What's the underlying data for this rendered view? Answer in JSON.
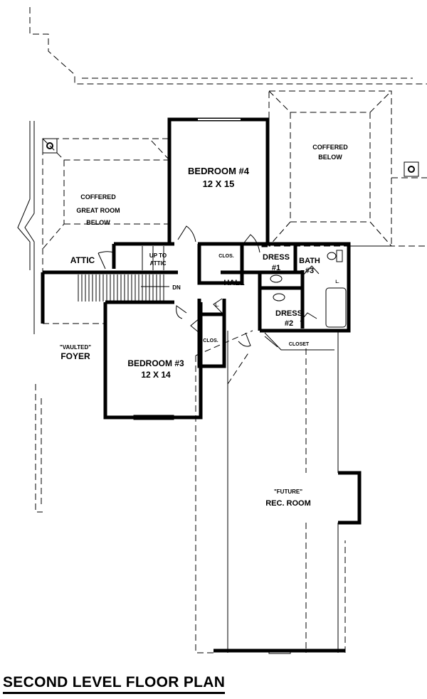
{
  "title": "SECOND LEVEL FLOOR PLAN",
  "rooms": {
    "bedroom4": {
      "name": "BEDROOM #4",
      "size": "12 X 15"
    },
    "bedroom3": {
      "name": "BEDROOM #3",
      "size": "12 X 14"
    },
    "coffered_right": {
      "line1": "COFFERED",
      "line2": "BELOW"
    },
    "coffered_left": {
      "line1": "COFFERED",
      "line2": "GREAT ROOM",
      "line3": "BELOW"
    },
    "attic": "ATTIC",
    "up_to_attic": {
      "line1": "UP TO",
      "line2": "ATTIC"
    },
    "clos_top": "CLOS.",
    "clos_mid": "CLOS.",
    "dress1": {
      "line1": "DRESS",
      "line2": "#1"
    },
    "bath3": {
      "line1": "BATH",
      "line2": "#3"
    },
    "hall": "HALL",
    "dn": "DN",
    "linen1": "L.",
    "linen2": "L.",
    "dress2": {
      "line1": "DRESS",
      "line2": "#2"
    },
    "closet": "CLOSET",
    "foyer": {
      "line1": "\"VAULTED\"",
      "line2": "FOYER"
    },
    "rec": {
      "line1": "\"FUTURE\"",
      "line2": "REC. ROOM"
    }
  }
}
